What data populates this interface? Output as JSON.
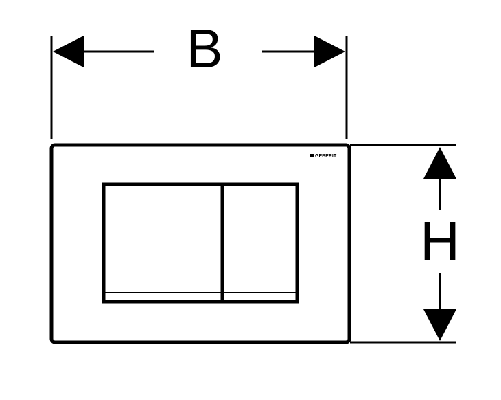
{
  "dimensions": {
    "width_label": "B",
    "height_label": "H"
  },
  "plate": {
    "brand": "GEBERIT"
  },
  "colors": {
    "stroke": "#000000",
    "background": "#ffffff"
  }
}
